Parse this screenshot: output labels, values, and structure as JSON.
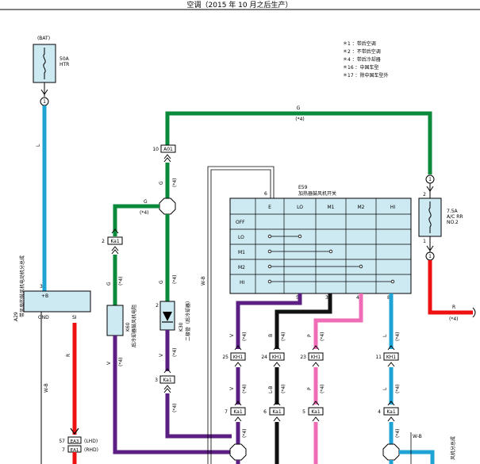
{
  "page": {
    "title": "空调（2015 年 10 月之后生产）"
  },
  "colors": {
    "blue": "#1fa3d4",
    "green": "#0a8a3a",
    "purple": "#5b1e82",
    "black": "#111111",
    "pink": "#ef6db6",
    "red": "#ee1111",
    "component_fill": "#cde9f2"
  },
  "legend": [
    "＊1 ：带后空调",
    "＊2 ：不带后空调",
    "＊4 ：带后冷却器",
    "＊16 ：中国车型",
    "＊17 ：除中国车型外"
  ],
  "bat": {
    "label": "(BAT)",
    "fuse": "50A\nHTR",
    "connector": "1"
  },
  "fuse_ac": {
    "label": "7.5A\nA/C RR\nNO.2",
    "top_pin": "2",
    "bottom_pin": "1",
    "connector": "1"
  },
  "left_module": {
    "plus_label": "+B",
    "gnd_label": "GND",
    "si_label": "SI",
    "pin_top": "3",
    "code": "A29",
    "name": "带风扇的鼓风机电动机分总成"
  },
  "switch": {
    "code": "E59",
    "name": "加热器鼓风机开关",
    "pin_top": "6",
    "columns": [
      "E",
      "LO",
      "M1",
      "M2",
      "HI"
    ],
    "rows": [
      "OFF",
      "LO",
      "M1",
      "M2",
      "HI"
    ],
    "bottom_pins": [
      "5",
      "3",
      "4",
      "8"
    ]
  },
  "wires": {
    "top_g": "G",
    "top_g_note": "(*4)",
    "g_left": "G",
    "g_left_note": "(*4)",
    "l_label": "L",
    "b_label": "B",
    "v_label": "V",
    "p_label": "P",
    "lb_label": "L-B",
    "r_right": "R",
    "r_right_note": "(*4)",
    "w_b": "W-B"
  },
  "connectors": {
    "a01": "A01",
    "a01_pin": "10",
    "ka1_left": "Ka1",
    "ka1_left_pin": "2",
    "ka1_mid": "Ka1",
    "ka1_mid_pin": "3",
    "kh1": [
      "KH1",
      "KH1",
      "KH1",
      "KH1"
    ],
    "kh1_pins": [
      "25",
      "24",
      "23",
      "11"
    ],
    "ka1_low": [
      "Ka1",
      "Ka1",
      "Ka1",
      "Ka1"
    ],
    "ka1_low_pins": [
      "7",
      "6",
      "5",
      "4"
    ],
    "ea3": "EA3",
    "ea3_pin": "57",
    "ea3_note": "(LHD)",
    "ea1": "EA1",
    "ea1_pin": "7",
    "ea1_note": "(RHD)"
  },
  "components": {
    "k30": {
      "code": "K30",
      "name": "二极管（后冷却器）"
    },
    "k60": {
      "code": "K60",
      "name": "后冷却器鼓风机电阻"
    },
    "right_partial": "风机分总成"
  },
  "notes": {
    "n4": "(*4)"
  }
}
